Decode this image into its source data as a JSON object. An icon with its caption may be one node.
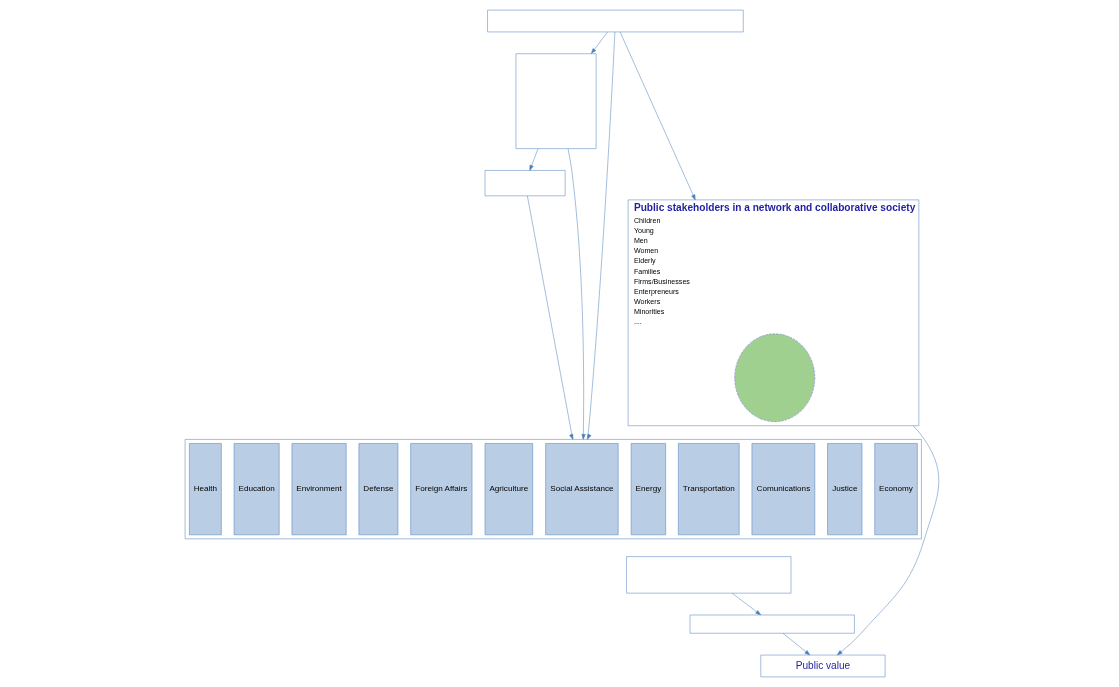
{
  "diagram": {
    "nodes": [
      {
        "text": [],
        "shape": "box"
      },
      {
        "text": [],
        "shape": "box"
      },
      {
        "text": [],
        "shape": "box"
      },
      {
        "text": [],
        "shape": "box"
      },
      {
        "text": [
          "Health"
        ],
        "in": 3
      },
      {
        "text": [
          "Education"
        ],
        "in": 3
      },
      {
        "text": [
          "Environment"
        ],
        "in": 3
      },
      {
        "text": [
          "Defense"
        ],
        "in": 3
      },
      {
        "text": [
          "Foreign Affairs"
        ],
        "in": 3
      },
      {
        "text": [
          "Agriculture"
        ],
        "in": 3
      },
      {
        "text": [
          "Social Assistance"
        ],
        "in": 3
      },
      {
        "text": [
          "Energy"
        ],
        "in": 3
      },
      {
        "text": [
          "Transportation"
        ],
        "in": 3
      },
      {
        "text": [
          "Comunications"
        ],
        "in": 3
      },
      {
        "text": [
          "Justice"
        ],
        "in": 3
      },
      {
        "text": [
          "Economy"
        ],
        "in": 3
      },
      {
        "text": [],
        "shape": "box"
      },
      {
        "text": [],
        "shape": "box"
      },
      {
        "text": [
          "Public stakeholders in a network and collaborative society",
          "Children",
          "Young",
          "Men",
          "Women",
          "Elderly",
          "Families",
          "Firms/Businesses",
          "Enterpreneurs",
          "Workers",
          "Minorities",
          "...."
        ]
      },
      {
        "text": [],
        "shape": "circle",
        "in": 18
      },
      {
        "text": [
          "Public value"
        ]
      }
    ],
    "edges": [
      {
        "from": 0,
        "to": 1,
        "arrow": "to"
      },
      {
        "from": 0,
        "to": 3,
        "arrow": "to"
      },
      {
        "from": 0,
        "to": 18,
        "arrow": "to"
      },
      {
        "from": 1,
        "to": 2,
        "arrow": "to"
      },
      {
        "from": 1,
        "to": 3,
        "arrow": "to"
      },
      {
        "from": 2,
        "to": 3,
        "arrow": "to"
      },
      {
        "from": 16,
        "to": 17,
        "arrow": "to"
      },
      {
        "from": 17,
        "to": 20,
        "arrow": "to"
      },
      {
        "from": 18,
        "to": 20,
        "arrow": "to"
      }
    ]
  }
}
